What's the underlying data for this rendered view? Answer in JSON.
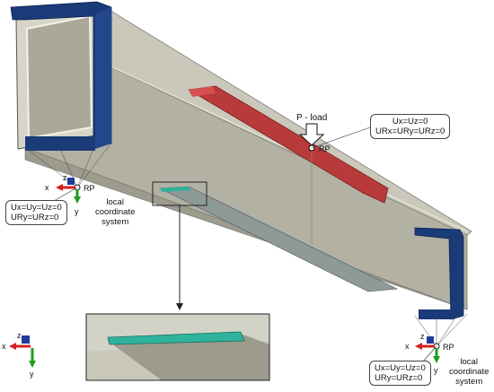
{
  "labels": {
    "p_load": "P - load",
    "rp": "RP",
    "local_coordinate_system_line1": "local",
    "local_coordinate_system_line2": "coordinate",
    "local_coordinate_system_line3": "system"
  },
  "axes": {
    "x": "x",
    "y": "y",
    "z": "z"
  },
  "boundary_conditions": {
    "load_point": {
      "line1": "Ux=Uz=0",
      "line2": "URx=URy=URz=0"
    },
    "left_support": {
      "line1": "Ux=Uy=Uz=0",
      "line2": "URy=URz=0"
    },
    "right_support": {
      "line1": "Ux=Uy=Uz=0",
      "line2": "URy=URz=0"
    }
  },
  "colors": {
    "beam_top": "#c9c8bb",
    "beam_side": "#b2b1a3",
    "beam_bottom": "#9c9b8d",
    "clamp": "#1a3a78",
    "load_plate": "#b83a3a",
    "reinforcement": "#2fb39c",
    "axis_x": "#d42020",
    "axis_y": "#1e9e1e",
    "axis_z": "#1f3c9a"
  }
}
